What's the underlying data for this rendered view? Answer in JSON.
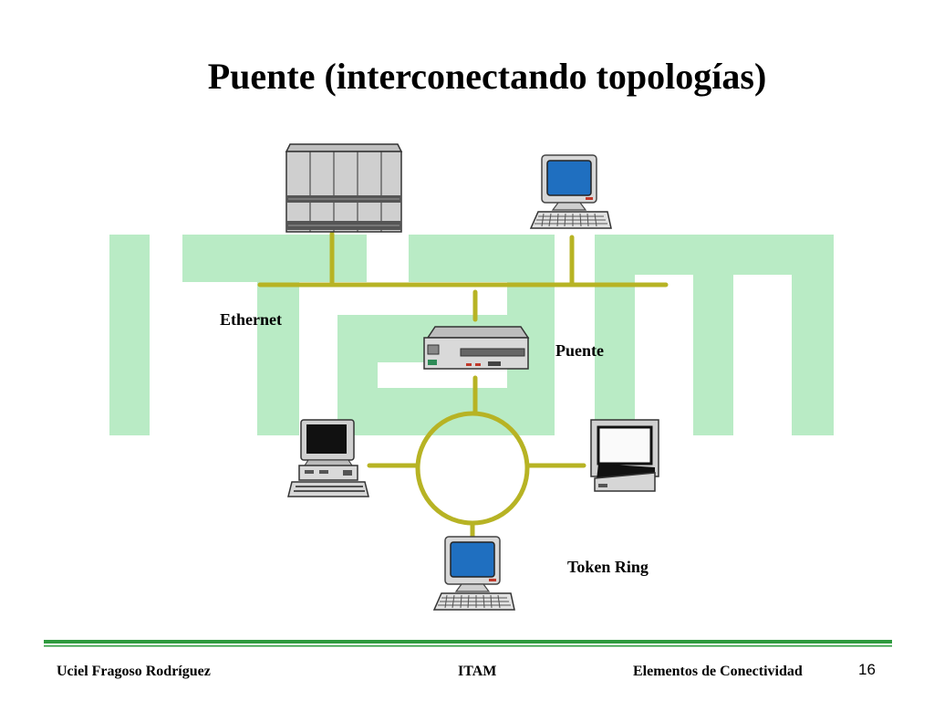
{
  "title": "Puente (interconectando topologías)",
  "labels": {
    "ethernet": "Ethernet",
    "bridge": "Puente",
    "token_ring": "Token Ring"
  },
  "footer": {
    "author": "Uciel Fragoso Rodríguez",
    "institution": "ITAM",
    "section": "Elementos de Conectividad",
    "page": "16"
  },
  "colors": {
    "link": "#b7b324",
    "watermark": "#b9ebc5",
    "footer_rule": "#2e9a3e",
    "screen_blue": "#1f6fc0"
  },
  "devices": {
    "server": "mainframe-server-icon",
    "workstation_top": "desktop-computer-icon",
    "bridge": "bridge-device-icon",
    "pc_left": "pc-tower-icon",
    "terminal_right": "terminal-icon",
    "workstation_bottom": "desktop-computer-icon"
  }
}
